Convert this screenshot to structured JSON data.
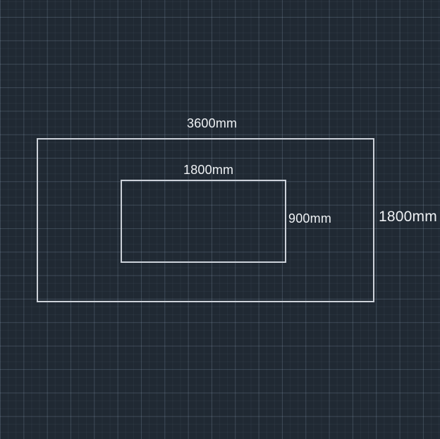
{
  "canvas": {
    "background_color": "#202933",
    "grid_major_color": "#35404d",
    "grid_minor_color": "#28313c",
    "entity_line_color": "#cdd2da",
    "dimension_text_color": "#eef1f4"
  },
  "entities": {
    "outer_rectangle": {
      "width_label": "3600mm",
      "height_label": "1800mm"
    },
    "inner_rectangle": {
      "width_label": "1800mm",
      "height_label": "900mm"
    }
  }
}
